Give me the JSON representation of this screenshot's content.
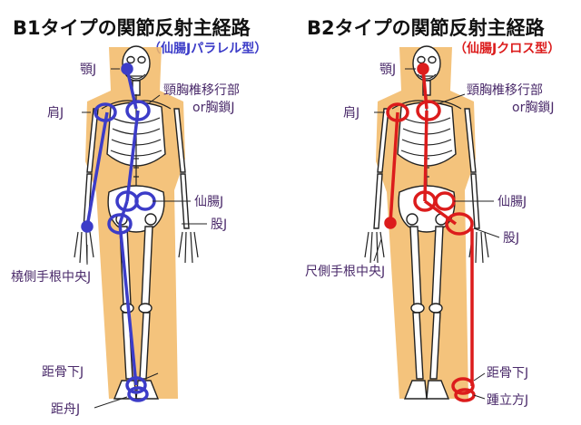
{
  "colors": {
    "b1_path": "#3c3cc8",
    "b2_path": "#dc1c1c",
    "b1_subtitle": "#3c3cc8",
    "b2_subtitle": "#dc1c1c",
    "label_text": "#4a2a6a",
    "highlight": "#f2b865"
  },
  "panels": [
    {
      "title": "B1タイプの関節反射主経路",
      "subtitle": "（仙腸Jパラレル型）",
      "labels": {
        "jaw": "顎J",
        "shoulder": "肩J",
        "cervicothoracic": "頸胸椎移行部",
        "or_sternoclavicular": "or胸鎖J",
        "sacroiliac": "仙腸J",
        "hip": "股J",
        "wrist": "橈側手根中央J",
        "subtalar": "距骨下J",
        "foot": "距舟J"
      }
    },
    {
      "title": "B2タイプの関節反射主経路",
      "subtitle": "（仙腸Jクロス型）",
      "labels": {
        "jaw": "顎J",
        "shoulder": "肩J",
        "cervicothoracic": "頸胸椎移行部",
        "or_sternoclavicular": "or胸鎖J",
        "sacroiliac": "仙腸J",
        "hip": "股J",
        "wrist": "尺側手根中央J",
        "subtalar": "距骨下J",
        "foot": "踵立方J"
      }
    }
  ]
}
